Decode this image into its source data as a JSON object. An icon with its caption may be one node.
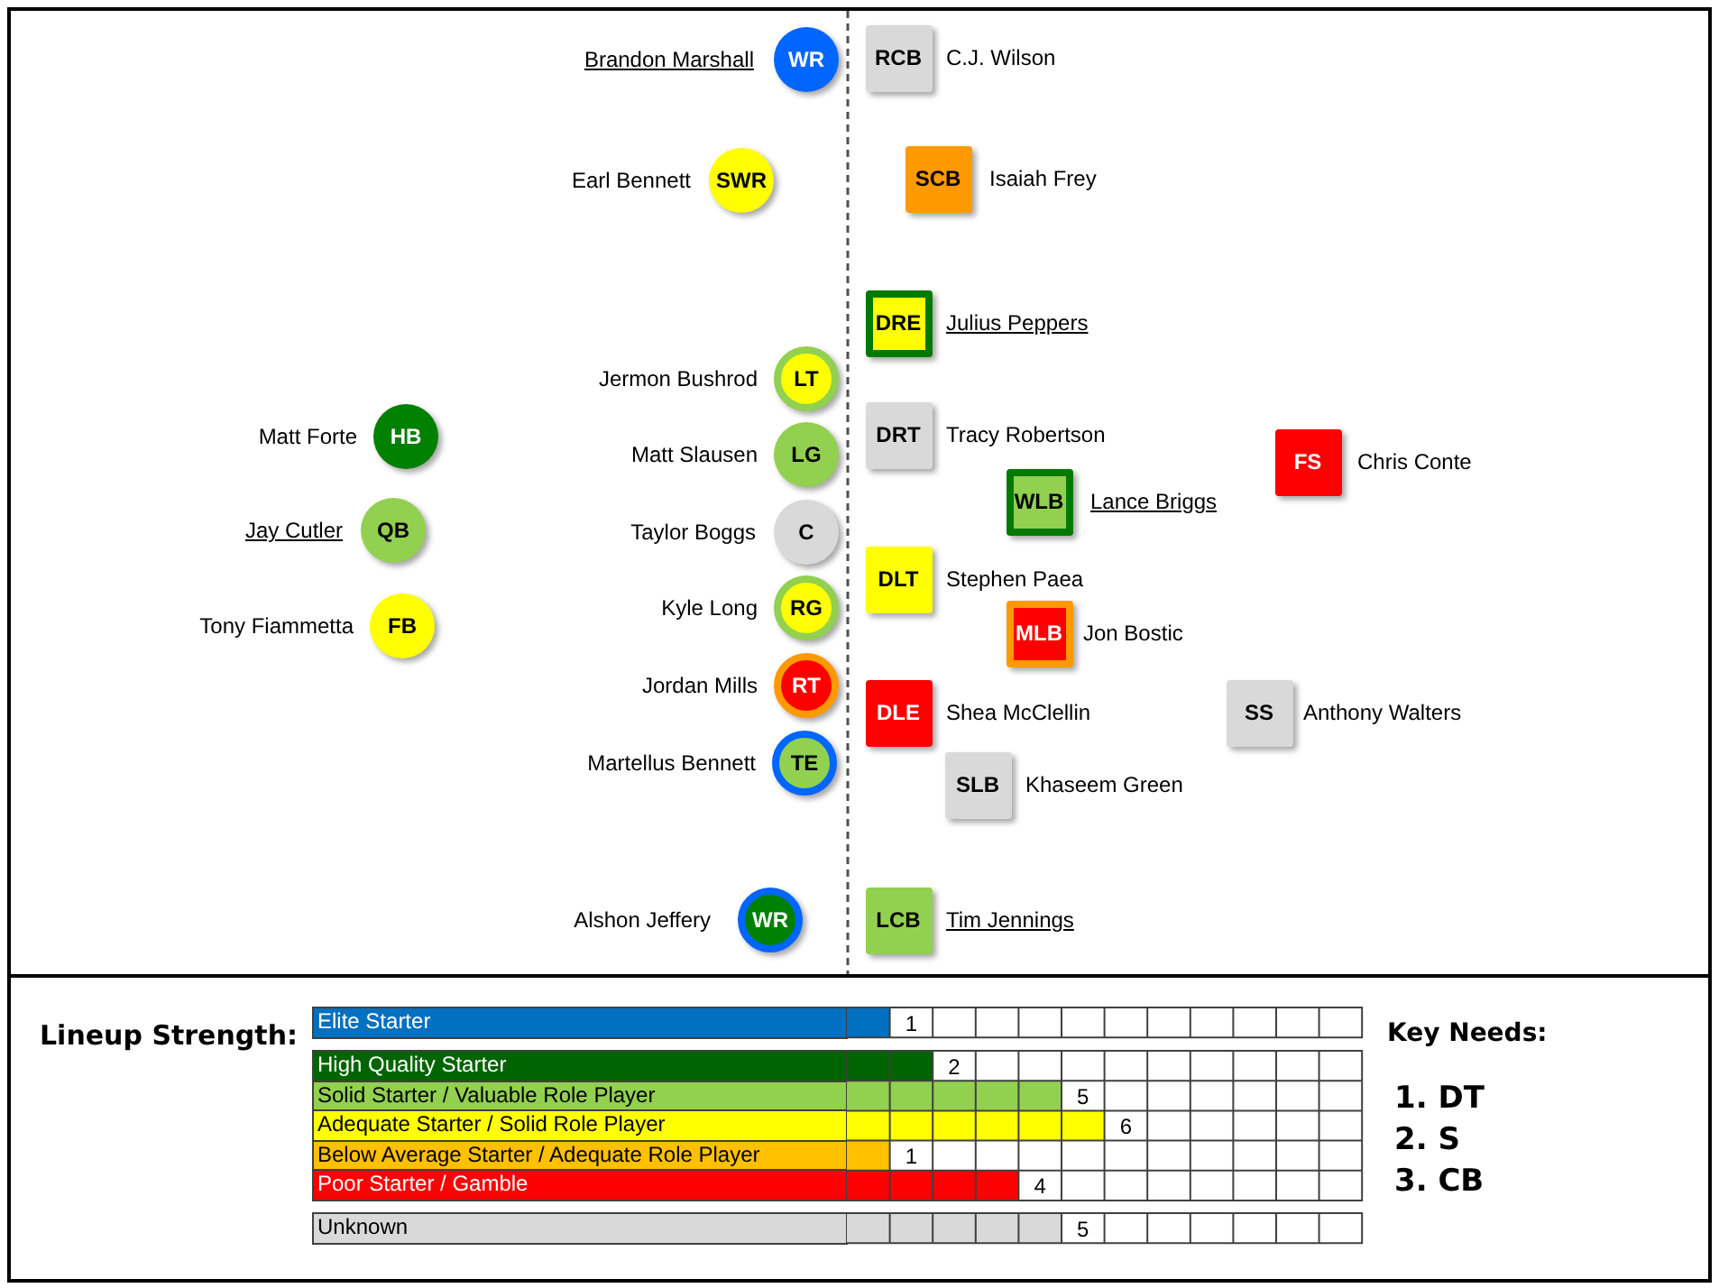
{
  "diagram": {
    "nodes": [
      {
        "text": [
          "WR"
        ],
        "beside": [
          "Brandon Marshall"
        ]
      },
      {
        "text": [
          "RCB"
        ],
        "beside": [
          "C.J. Wilson"
        ]
      },
      {
        "text": [
          "SWR"
        ],
        "beside": [
          "Earl Bennett"
        ]
      },
      {
        "text": [
          "SCB"
        ],
        "beside": [
          "Isaiah Frey"
        ]
      },
      {
        "text": [
          "DRE"
        ],
        "beside": [
          "Julius Peppers"
        ]
      },
      {
        "text": [
          "LT"
        ],
        "beside": [
          "Jermon Bushrod"
        ]
      },
      {
        "text": [
          "HB"
        ],
        "beside": [
          "Matt Forte"
        ]
      },
      {
        "text": [
          "DRT"
        ],
        "beside": [
          "Tracy Robertson"
        ]
      },
      {
        "text": [
          "LG"
        ],
        "beside": [
          "Matt Slausen"
        ]
      },
      {
        "text": [
          "FS"
        ],
        "beside": [
          "Chris Conte"
        ]
      },
      {
        "text": [
          "WLB"
        ],
        "beside": [
          "Lance Briggs"
        ]
      },
      {
        "text": [
          "QB"
        ],
        "beside": [
          "Jay Cutler"
        ]
      },
      {
        "text": [
          "C"
        ],
        "beside": [
          "Taylor Boggs"
        ]
      },
      {
        "text": [
          "DLT"
        ],
        "beside": [
          "Stephen Paea"
        ]
      },
      {
        "text": [
          "RG"
        ],
        "beside": [
          "Kyle Long"
        ]
      },
      {
        "text": [
          "FB"
        ],
        "beside": [
          "Tony Fiammetta"
        ]
      },
      {
        "text": [
          "MLB"
        ],
        "beside": [
          "Jon Bostic"
        ]
      },
      {
        "text": [
          "RT"
        ],
        "beside": [
          "Jordan Mills"
        ]
      },
      {
        "text": [
          "DLE"
        ],
        "beside": [
          "Shea McClellin"
        ]
      },
      {
        "text": [
          "SS"
        ],
        "beside": [
          "Anthony Walters"
        ]
      },
      {
        "text": [
          "TE"
        ],
        "beside": [
          "Martellus Bennett"
        ]
      },
      {
        "text": [
          "SLB"
        ],
        "beside": [
          "Khaseem Green"
        ]
      },
      {
        "text": [
          "WR"
        ],
        "beside": [
          "Alshon Jeffery"
        ]
      },
      {
        "text": [
          "LCB"
        ],
        "beside": [
          "Tim Jennings"
        ]
      }
    ],
    "labels": [
      "Key Needs:",
      "1. DT",
      "2. S",
      "3. CB"
    ],
    "chart_data": {
      "type": "bar",
      "title": "Lineup Strength:",
      "orientation": "horizontal",
      "stacked": true,
      "xlim": [
        0,
        12
      ],
      "data_labels": true,
      "categories": [
        "Elite Starter",
        "High Quality Starter",
        "Solid Starter / Valuable Role Player",
        "Adequate Starter / Solid Role Player",
        "Below Average Starter / Adequate Role Player",
        "Poor Starter / Gamble",
        "Unknown"
      ],
      "series": [
        {
          "color": "#0070c0",
          "values": [
            1,
            null,
            null,
            null,
            null,
            null,
            null
          ]
        },
        {
          "color": "#006400",
          "values": [
            null,
            2,
            null,
            null,
            null,
            null,
            null
          ]
        },
        {
          "color": "#92d050",
          "values": [
            null,
            null,
            5,
            null,
            null,
            null,
            null
          ]
        },
        {
          "color": "#ffff00",
          "values": [
            null,
            null,
            null,
            6,
            null,
            null,
            null
          ]
        },
        {
          "color": "#ffc000",
          "values": [
            null,
            null,
            null,
            null,
            1,
            null,
            null
          ]
        },
        {
          "color": "#ff0000",
          "values": [
            null,
            null,
            null,
            null,
            null,
            4,
            null
          ]
        },
        {
          "color": "#d9d9d9",
          "values": [
            null,
            null,
            null,
            null,
            null,
            null,
            5
          ]
        }
      ]
    }
  }
}
